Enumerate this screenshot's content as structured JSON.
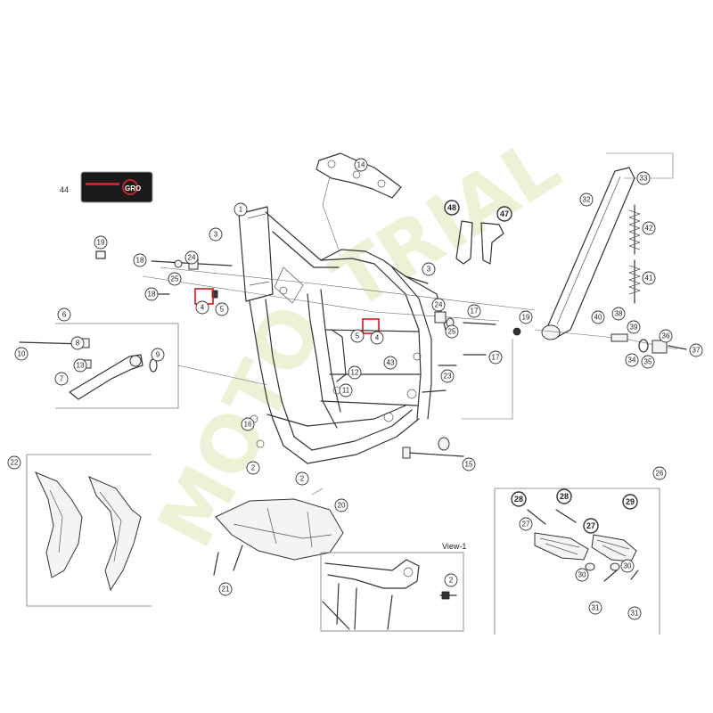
{
  "watermark": {
    "text_left": "MOTO",
    "text_right": "TRIAL"
  },
  "badge": {
    "number": "44",
    "brand": "GRO"
  },
  "view": {
    "title": "View-1",
    "callout": "2"
  },
  "callouts": {
    "c1": "1",
    "c2a": "2",
    "c2b": "2",
    "c2c": "2",
    "c3a": "3",
    "c3b": "3",
    "c4a": "4",
    "c4b": "4",
    "c5a": "5",
    "c5b": "5",
    "c6": "6",
    "c7": "7",
    "c8": "8",
    "c9": "9",
    "c10": "10",
    "c11": "11",
    "c12": "12",
    "c13": "13",
    "c14": "14",
    "c15": "15",
    "c16": "16",
    "c17a": "17",
    "c17b": "17",
    "c18a": "18",
    "c18b": "18",
    "c19a": "19",
    "c19b": "19",
    "c20": "20",
    "c21": "21",
    "c22": "22",
    "c23": "23",
    "c24a": "24",
    "c24b": "24",
    "c25a": "25",
    "c25b": "25",
    "c26": "26",
    "c27a": "27",
    "c27b": "27",
    "c28a": "28",
    "c28b": "28",
    "c29": "29",
    "c30a": "30",
    "c30b": "30",
    "c31a": "31",
    "c31b": "31",
    "c32": "32",
    "c33": "33",
    "c34": "34",
    "c35": "35",
    "c36": "36",
    "c37": "37",
    "c38": "38",
    "c39": "39",
    "c40": "40",
    "c41": "41",
    "c42": "42",
    "c43": "43",
    "c47": "47",
    "c48": "48"
  },
  "colors": {
    "highlight": "#d01818",
    "watermark": "#dfe6b6",
    "badge_bg": "#1a1a1a",
    "line": "#333333"
  }
}
